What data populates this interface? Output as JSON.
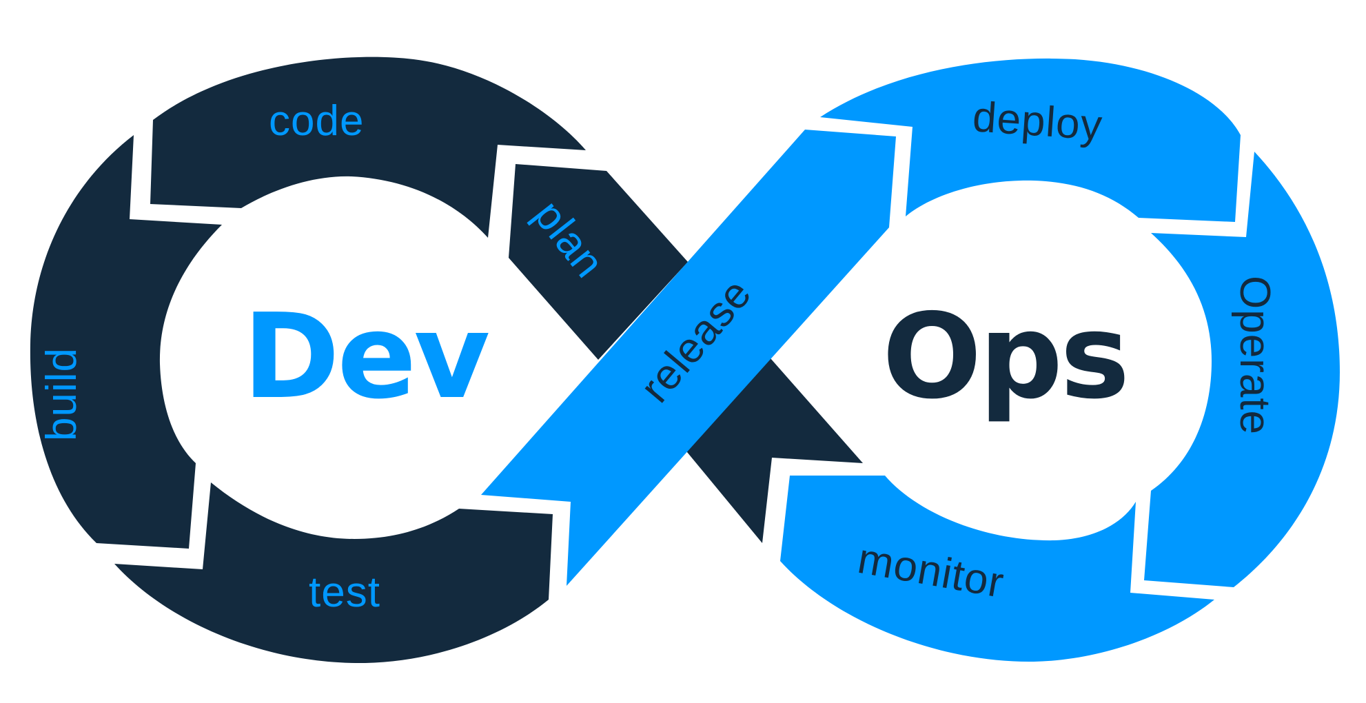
{
  "colors": {
    "dev": "#132a3e",
    "ops": "#0098ff",
    "background": "#ffffff"
  },
  "center": {
    "dev": "Dev",
    "ops": "Ops"
  },
  "stages": {
    "plan": "plan",
    "code": "code",
    "build": "build",
    "test": "test",
    "release": "release",
    "deploy": "deploy",
    "operate": "Operate",
    "monitor": "monitor"
  }
}
